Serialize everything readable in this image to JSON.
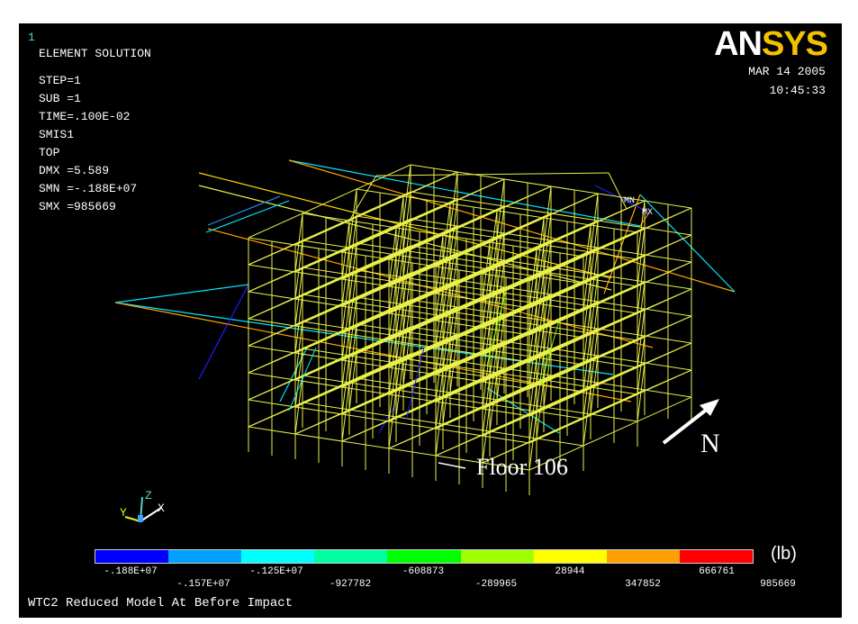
{
  "window_number": "1",
  "header": {
    "title": "ELEMENT SOLUTION",
    "params": [
      "STEP=1",
      "SUB =1",
      "TIME=.100E-02",
      "SMIS1",
      "TOP",
      "DMX =5.589",
      "SMN =-.188E+07",
      "SMX =985669"
    ]
  },
  "brand": {
    "an": "AN",
    "sys": "SYS"
  },
  "date": "MAR 14 2005",
  "time": "10:45:33",
  "markers": {
    "min": "MN",
    "max": "MX"
  },
  "annotations": {
    "floor": "Floor 106",
    "north": "N"
  },
  "triad": {
    "x": "X",
    "y": "Y",
    "z": "Z"
  },
  "legend": {
    "unit": "(lb)",
    "colors": [
      "#0000ff",
      "#00a0ff",
      "#00ffff",
      "#00ffa0",
      "#00ff00",
      "#a0ff00",
      "#ffff00",
      "#ffa000",
      "#ff0000"
    ],
    "upper_ticks": [
      "-.188E+07",
      "-.125E+07",
      "-608873",
      "28944",
      "666761"
    ],
    "lower_ticks": [
      "-.157E+07",
      "-927782",
      "-289965",
      "347852",
      "985669"
    ]
  },
  "footer": "WTC2 Reduced Model At Before Impact",
  "colors": {
    "background": "#000000",
    "frame": "#e8f04a",
    "logo_sys": "#f2c200"
  }
}
